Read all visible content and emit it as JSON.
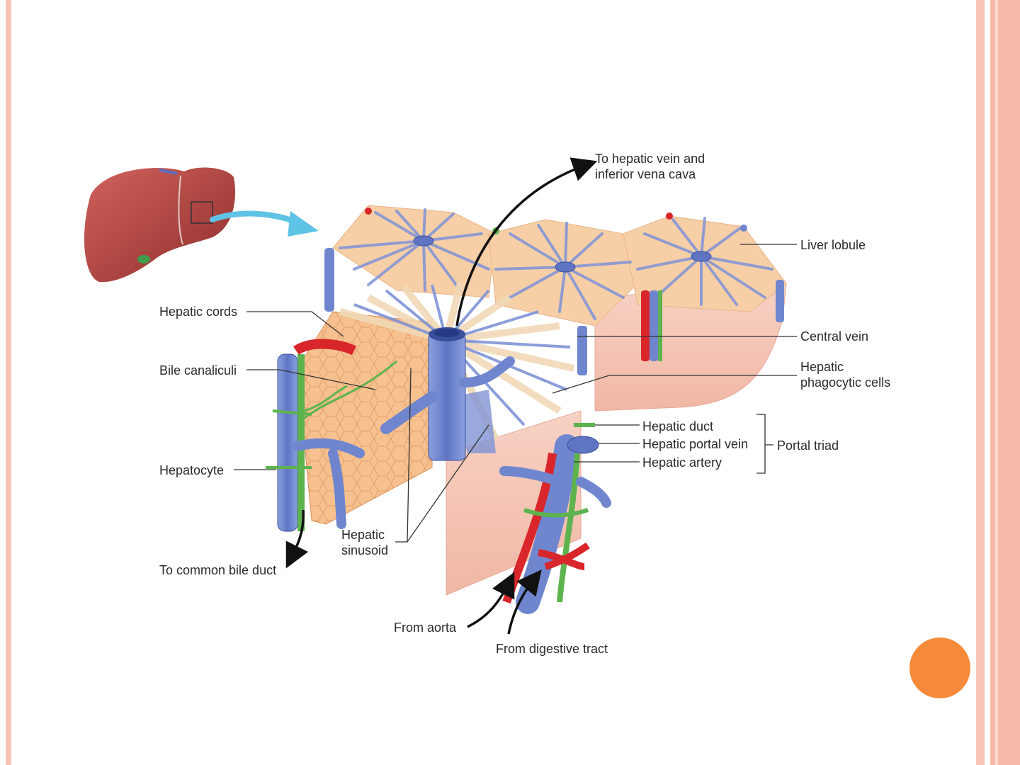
{
  "labels": {
    "to_hepatic_vein_1": "To hepatic vein and",
    "to_hepatic_vein_2": "inferior vena cava",
    "liver_lobule": "Liver lobule",
    "hepatic_cords": "Hepatic cords",
    "central_vein": "Central vein",
    "bile_canaliculi": "Bile canaliculi",
    "hepatic_phagocytic_1": "Hepatic",
    "hepatic_phagocytic_2": "phagocytic cells",
    "hepatic_duct": "Hepatic duct",
    "hepatic_portal_vein": "Hepatic portal vein",
    "hepatic_artery": "Hepatic artery",
    "portal_triad": "Portal triad",
    "hepatocyte": "Hepatocyte",
    "hepatic_sinusoid_1": "Hepatic",
    "hepatic_sinusoid_2": "sinusoid",
    "to_common_bile_duct": "To common bile duct",
    "from_aorta": "From aorta",
    "from_digestive_tract": "From digestive tract"
  },
  "colors": {
    "vein_blue": "#6f86cf",
    "artery_red": "#d8262b",
    "bile_green": "#5db34e",
    "lobule_tan": "#f5c9a0",
    "liver_red": "#b8403e",
    "accent_orange": "#f68a3b",
    "frame_pink": "#f6c3b4"
  }
}
